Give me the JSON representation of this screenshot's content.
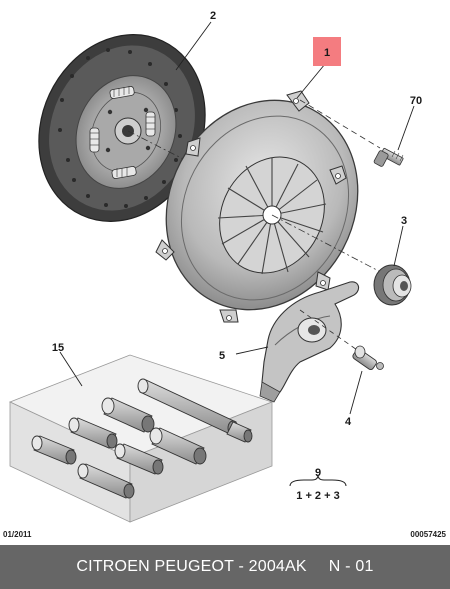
{
  "diagram": {
    "callouts": {
      "c1": "1",
      "c2": "2",
      "c3": "3",
      "c4": "4",
      "c5": "5",
      "c9": "9",
      "c15": "15",
      "c70": "70"
    },
    "kit_formula": "1 + 2 + 3",
    "colors": {
      "highlight": "#f47c80",
      "part_gray": "#b8b8b8",
      "dark_gray": "#555555",
      "box_fill": "#e4e4e4"
    }
  },
  "footer": {
    "date": "01/2011",
    "ref": "00057425"
  },
  "bottom_bar": {
    "brand_ref": "CITROEN PEUGEOT - 2004AK",
    "page": "N - 01"
  }
}
